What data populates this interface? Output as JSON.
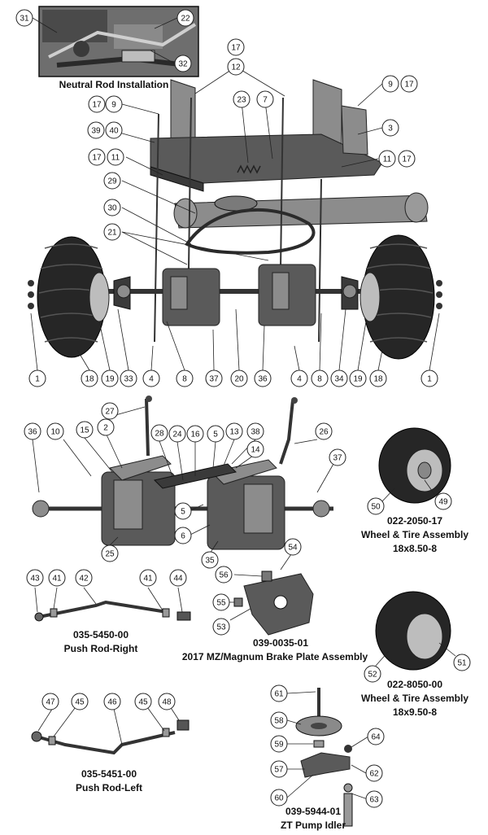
{
  "captions": {
    "neutral_rod": "Neutral Rod Installation",
    "wheel1_part": "022-2050-17",
    "wheel1_name": "Wheel & Tire Assembly",
    "wheel1_size": "18x8.50-8",
    "wheel2_part": "022-8050-00",
    "wheel2_name": "Wheel & Tire Assembly",
    "wheel2_size": "18x9.50-8",
    "pushrod_right_part": "035-5450-00",
    "pushrod_right_name": "Push Rod-Right",
    "pushrod_left_part": "035-5451-00",
    "pushrod_left_name": "Push Rod-Left",
    "brake_part": "039-0035-01",
    "brake_name": "2017 MZ/Magnum Brake Plate Assembly",
    "idler_part": "039-5944-01",
    "idler_name": "ZT Pump Idler"
  },
  "callouts": [
    {
      "label": "31"
    },
    {
      "label": "22"
    },
    {
      "label": "32"
    },
    {
      "label": "17"
    },
    {
      "label": "12"
    },
    {
      "label": "9"
    },
    {
      "label": "17"
    },
    {
      "label": "17"
    },
    {
      "label": "9"
    },
    {
      "label": "23"
    },
    {
      "label": "7"
    },
    {
      "label": "39"
    },
    {
      "label": "40"
    },
    {
      "label": "3"
    },
    {
      "label": "17"
    },
    {
      "label": "11"
    },
    {
      "label": "11"
    },
    {
      "label": "17"
    },
    {
      "label": "29"
    },
    {
      "label": "30"
    },
    {
      "label": "21"
    },
    {
      "label": "1"
    },
    {
      "label": "18"
    },
    {
      "label": "19"
    },
    {
      "label": "33"
    },
    {
      "label": "4"
    },
    {
      "label": "8"
    },
    {
      "label": "37"
    },
    {
      "label": "20"
    },
    {
      "label": "36"
    },
    {
      "label": "4"
    },
    {
      "label": "8"
    },
    {
      "label": "34"
    },
    {
      "label": "19"
    },
    {
      "label": "18"
    },
    {
      "label": "1"
    },
    {
      "label": "27"
    },
    {
      "label": "36"
    },
    {
      "label": "10"
    },
    {
      "label": "15"
    },
    {
      "label": "2"
    },
    {
      "label": "28"
    },
    {
      "label": "24"
    },
    {
      "label": "16"
    },
    {
      "label": "5"
    },
    {
      "label": "13"
    },
    {
      "label": "38"
    },
    {
      "label": "14"
    },
    {
      "label": "26"
    },
    {
      "label": "37"
    },
    {
      "label": "5"
    },
    {
      "label": "6"
    },
    {
      "label": "25"
    },
    {
      "label": "35"
    },
    {
      "label": "50"
    },
    {
      "label": "49"
    },
    {
      "label": "43"
    },
    {
      "label": "41"
    },
    {
      "label": "42"
    },
    {
      "label": "41"
    },
    {
      "label": "44"
    },
    {
      "label": "54"
    },
    {
      "label": "56"
    },
    {
      "label": "55"
    },
    {
      "label": "53"
    },
    {
      "label": "52"
    },
    {
      "label": "51"
    },
    {
      "label": "47"
    },
    {
      "label": "45"
    },
    {
      "label": "46"
    },
    {
      "label": "45"
    },
    {
      "label": "48"
    },
    {
      "label": "61"
    },
    {
      "label": "58"
    },
    {
      "label": "59"
    },
    {
      "label": "64"
    },
    {
      "label": "57"
    },
    {
      "label": "62"
    },
    {
      "label": "60"
    },
    {
      "label": "63"
    }
  ]
}
